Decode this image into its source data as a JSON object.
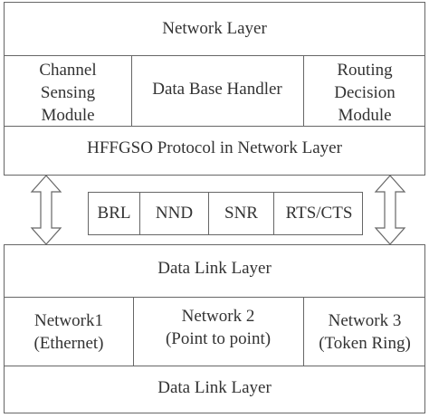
{
  "upper_stack": {
    "top_title": "Network Layer",
    "modules": [
      [
        "Channel",
        "Sensing",
        "Module"
      ],
      [
        "Data Base Handler"
      ],
      [
        "Routing",
        "Decision",
        "Module"
      ]
    ],
    "protocol_title": "HFFGSO Protocol in Network Layer"
  },
  "middle": {
    "parameters": [
      "BRL",
      "NND",
      "SNR",
      "RTS/CTS"
    ]
  },
  "lower_stack": {
    "top_title": "Data Link Layer",
    "networks": [
      [
        "Network1",
        "(Ethernet)"
      ],
      [
        "Network 2",
        "(Point to point)"
      ],
      [
        "Network 3",
        "(Token Ring)"
      ]
    ],
    "bottom_title": "Data Link Layer"
  }
}
